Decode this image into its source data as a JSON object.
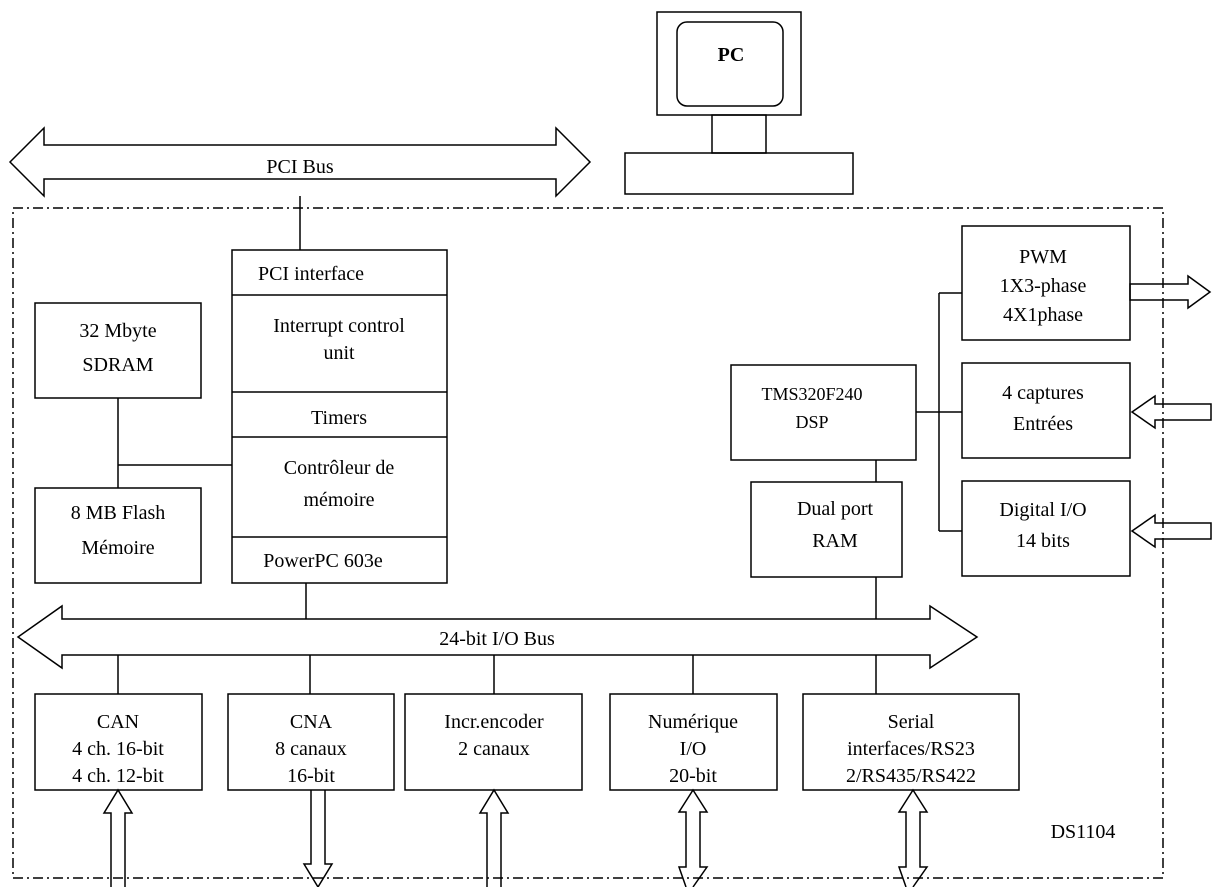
{
  "pc": {
    "label": "PC"
  },
  "pci_bus": {
    "label": "PCI Bus"
  },
  "io_bus": {
    "label": "24-bit I/O Bus"
  },
  "board": {
    "label": "DS1104"
  },
  "processor_stack": {
    "pci_interface": "PCI interface",
    "interrupt_control": [
      "Interrupt control",
      "unit"
    ],
    "timers": "Timers",
    "memory_controller": [
      "Contrôleur de",
      "mémoire"
    ],
    "powerpc": "PowerPC 603e"
  },
  "sdram": [
    "32 Mbyte",
    "SDRAM"
  ],
  "flash": [
    "8 MB Flash",
    "Mémoire"
  ],
  "dsp": [
    "TMS320F240",
    "DSP"
  ],
  "dual_port_ram": [
    "Dual port",
    "RAM"
  ],
  "pwm": [
    "PWM",
    "1X3-phase",
    "4X1phase"
  ],
  "captures": [
    "4 captures",
    "Entrées"
  ],
  "digital_io": [
    "Digital I/O",
    "14 bits"
  ],
  "io_modules": {
    "can": [
      "CAN",
      "4 ch. 16-bit",
      "4 ch. 12-bit"
    ],
    "cna": [
      "CNA",
      "8 canaux",
      "16-bit"
    ],
    "encoder": [
      "Incr.encoder",
      "2 canaux"
    ],
    "numerique": [
      "Numérique",
      "I/O",
      "20-bit"
    ],
    "serial": [
      "Serial",
      "interfaces/RS23",
      "2/RS435/RS422"
    ]
  }
}
